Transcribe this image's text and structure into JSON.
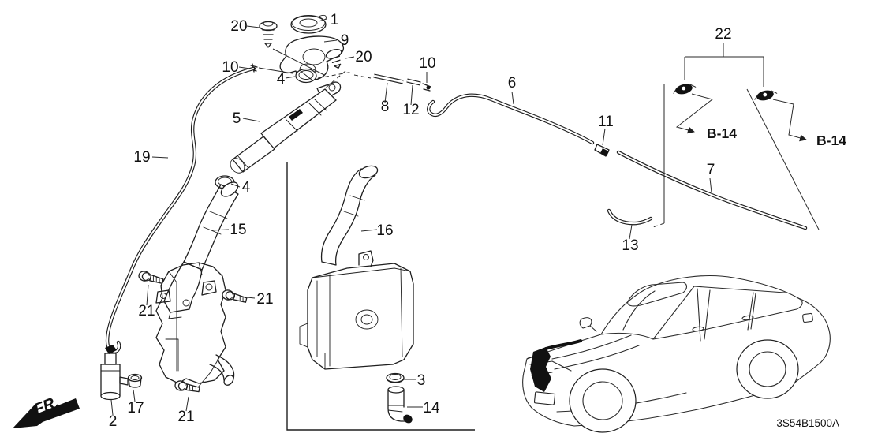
{
  "colors": {
    "background": "#ffffff",
    "line": "#1f1f1f"
  },
  "figure": {
    "code": "3S54B1500A",
    "fr_label": "FR.",
    "connector_refs": [
      {
        "label": "B-14"
      },
      {
        "label": "B-14"
      }
    ],
    "callouts": [
      {
        "text": "20"
      },
      {
        "text": "1"
      },
      {
        "text": "9"
      },
      {
        "text": "20"
      },
      {
        "text": "10"
      },
      {
        "text": "4"
      },
      {
        "text": "5"
      },
      {
        "text": "8"
      },
      {
        "text": "12"
      },
      {
        "text": "10"
      },
      {
        "text": "6"
      },
      {
        "text": "22"
      },
      {
        "text": "11"
      },
      {
        "text": "7"
      },
      {
        "text": "13"
      },
      {
        "text": "19"
      },
      {
        "text": "4"
      },
      {
        "text": "15"
      },
      {
        "text": "16"
      },
      {
        "text": "21"
      },
      {
        "text": "21"
      },
      {
        "text": "2"
      },
      {
        "text": "17"
      },
      {
        "text": "21"
      },
      {
        "text": "3"
      },
      {
        "text": "14"
      }
    ]
  }
}
